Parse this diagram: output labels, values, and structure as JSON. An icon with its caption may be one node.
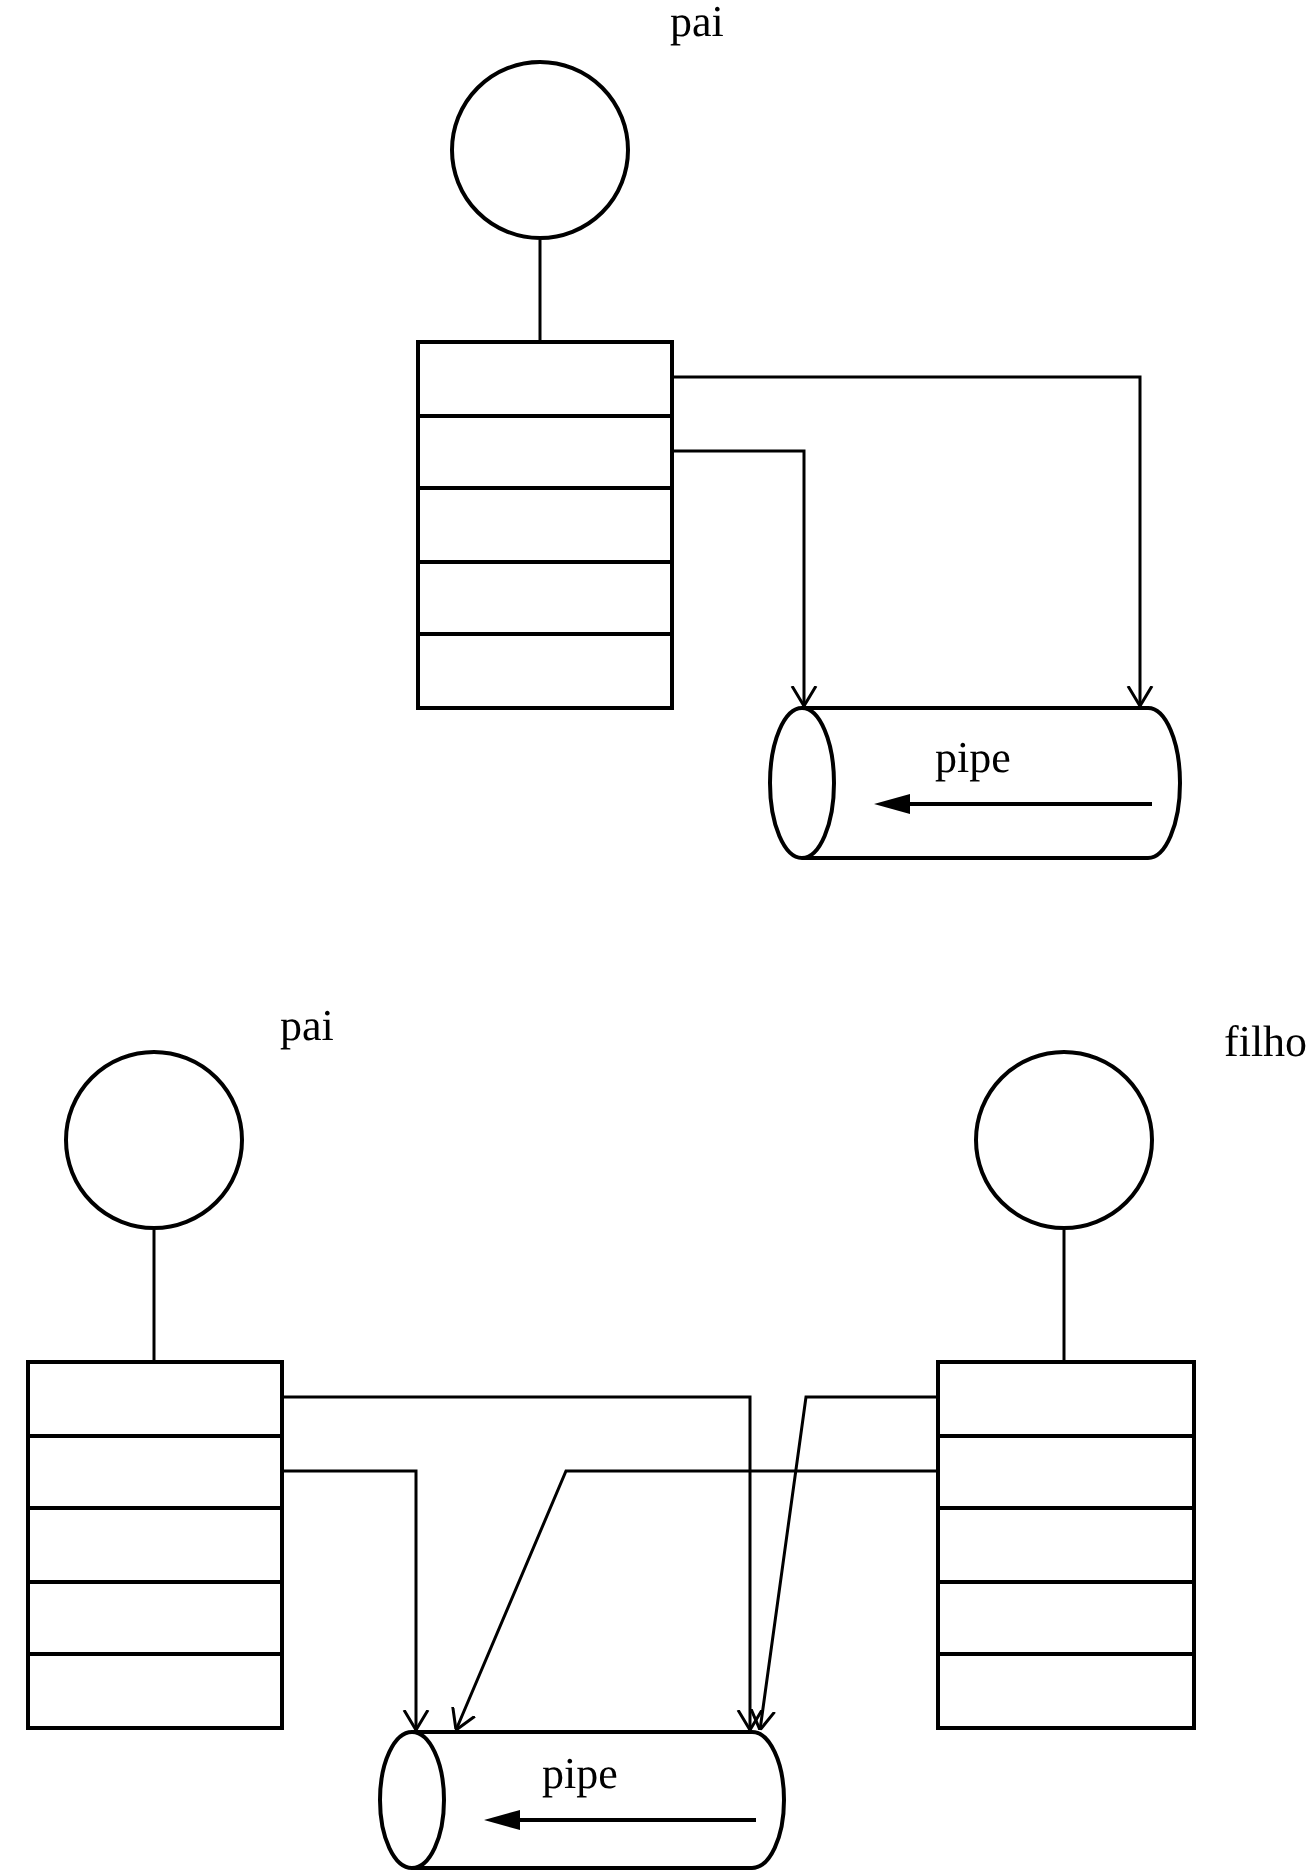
{
  "diagram": {
    "nodes": [
      {
        "text": [],
        "shape": "circle",
        "beside": [
          "pai"
        ]
      },
      {
        "text": [],
        "shape": "box"
      },
      {
        "text": [],
        "shape": "box",
        "in": 1
      },
      {
        "text": [],
        "shape": "box",
        "in": 1
      },
      {
        "text": [],
        "shape": "box",
        "in": 1
      },
      {
        "text": [],
        "shape": "box",
        "in": 1
      },
      {
        "text": [],
        "shape": "box",
        "in": 1
      },
      {
        "text": [
          "pipe"
        ]
      },
      {
        "text": [],
        "shape": "circle",
        "beside": [
          "pai"
        ]
      },
      {
        "text": [],
        "shape": "box"
      },
      {
        "text": [],
        "shape": "box",
        "in": 9
      },
      {
        "text": [],
        "shape": "box",
        "in": 9
      },
      {
        "text": [],
        "shape": "box",
        "in": 9
      },
      {
        "text": [],
        "shape": "box",
        "in": 9
      },
      {
        "text": [],
        "shape": "box",
        "in": 9
      },
      {
        "text": [],
        "shape": "circle",
        "beside": [
          "filho"
        ]
      },
      {
        "text": [],
        "shape": "box"
      },
      {
        "text": [],
        "shape": "box",
        "in": 16
      },
      {
        "text": [],
        "shape": "box",
        "in": 16
      },
      {
        "text": [],
        "shape": "box",
        "in": 16
      },
      {
        "text": [],
        "shape": "box",
        "in": 16
      },
      {
        "text": [],
        "shape": "box",
        "in": 16
      },
      {
        "text": [
          "pipe"
        ]
      }
    ],
    "edges": [
      {
        "from": 0,
        "to": 1,
        "arrow": "none"
      },
      {
        "from": 2,
        "to": 7,
        "arrow": "to"
      },
      {
        "from": 3,
        "to": 7,
        "arrow": "to"
      },
      {
        "from": 8,
        "to": 9,
        "arrow": "none"
      },
      {
        "from": 15,
        "to": 16,
        "arrow": "none"
      },
      {
        "from": 10,
        "to": 22,
        "arrow": "to"
      },
      {
        "from": 11,
        "to": 22,
        "arrow": "to"
      },
      {
        "from": 17,
        "to": 22,
        "arrow": "to"
      },
      {
        "from": 18,
        "to": 22,
        "arrow": "to"
      }
    ]
  }
}
